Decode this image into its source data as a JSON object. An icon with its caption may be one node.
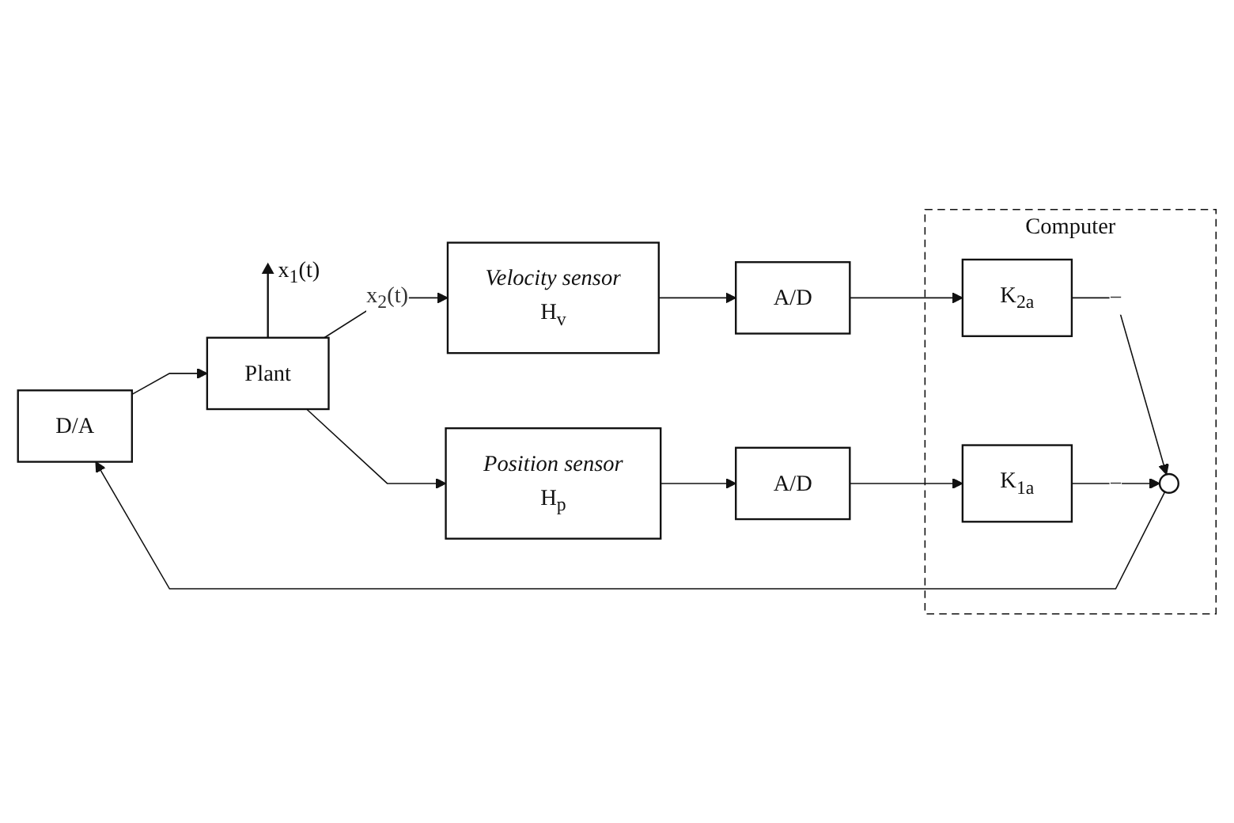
{
  "diagram": {
    "nodes": [
      {
        "text": [
          "Computer"
        ]
      },
      {
        "text": [
          "D/A"
        ]
      },
      {
        "text": [
          "Plant"
        ]
      },
      {
        "text": [
          "K$_{2a}$"
        ],
        "in": 0
      },
      {
        "text": [
          "A/D"
        ]
      },
      {
        "text": [
          "Velocity sensor",
          "H$_{v}$"
        ]
      },
      {
        "text": [],
        "shape": "circle",
        "in": 0
      },
      {
        "text": [
          "K$_{1a}$"
        ],
        "in": 0
      },
      {
        "text": [
          "A/D"
        ]
      },
      {
        "text": [
          "Position sensor",
          "H$_{p}$"
        ]
      }
    ],
    "edges": [
      {
        "from": 6,
        "to": 1,
        "arrow": "to"
      },
      {
        "from": 1,
        "to": 2,
        "arrow": "to"
      },
      {
        "from": 2,
        "to": null,
        "arrow": "to",
        "label": "x$_{1}$(t)"
      },
      {
        "from": 2,
        "to": 9,
        "arrow": "to"
      },
      {
        "from": 2,
        "to": 5,
        "arrow": "to",
        "label": "x$_{2}$(t)"
      },
      {
        "from": 5,
        "to": 4,
        "arrow": "to"
      },
      {
        "from": 4,
        "to": 3,
        "arrow": "to"
      },
      {
        "from": 3,
        "to": 6,
        "arrow": "to",
        "label": "−"
      },
      {
        "from": 9,
        "to": 8,
        "arrow": "to"
      },
      {
        "from": 8,
        "to": 7,
        "arrow": "to"
      },
      {
        "from": 7,
        "to": 6,
        "arrow": "to",
        "label": "−"
      }
    ]
  }
}
